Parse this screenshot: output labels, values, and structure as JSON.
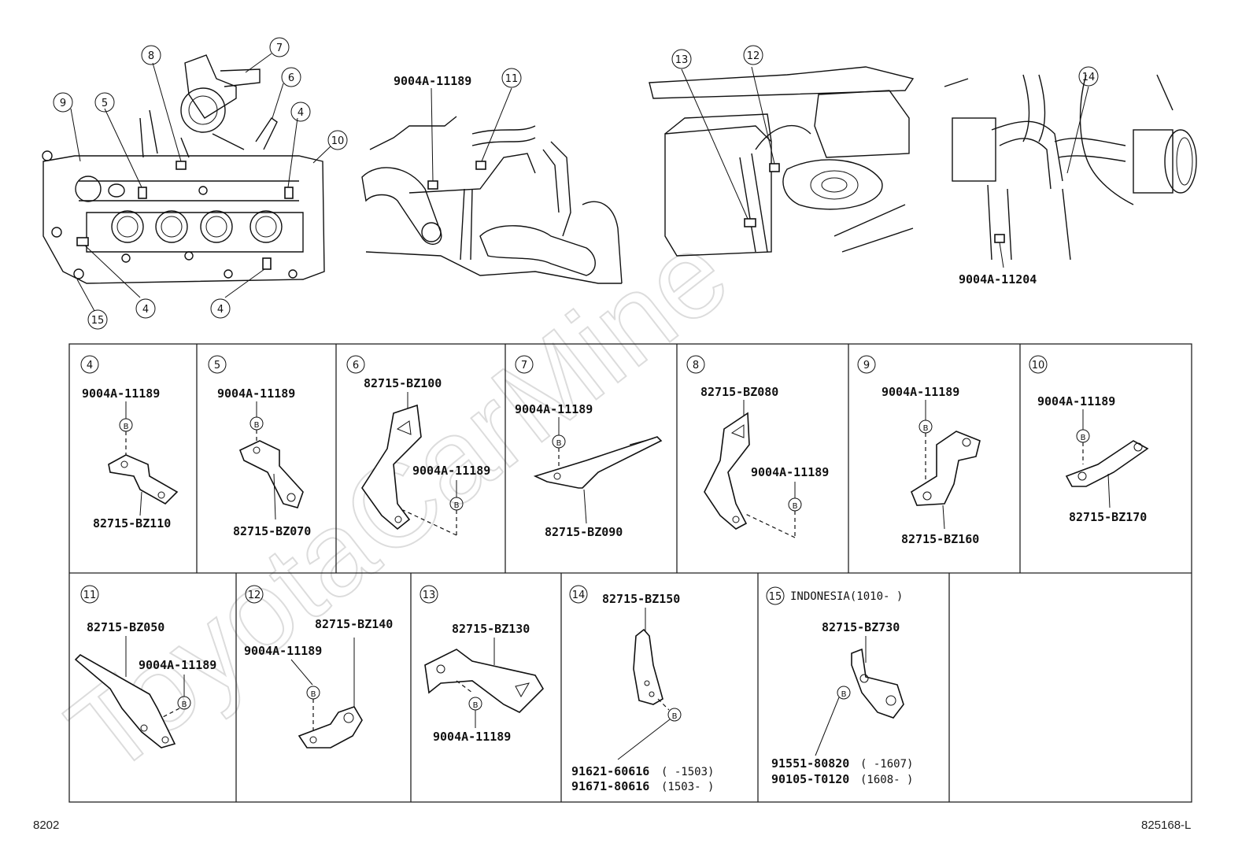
{
  "watermark": "ToyotaCarMine",
  "footer": {
    "left": "8202",
    "right": "825168-L"
  },
  "overview": {
    "labels": {
      "bolt_a": "9004A-11189",
      "bolt_b": "9004A-11204"
    },
    "numbers": [
      "4",
      "5",
      "6",
      "7",
      "8",
      "9",
      "10",
      "11",
      "12",
      "13",
      "14",
      "15"
    ]
  },
  "cells": [
    {
      "num": "4",
      "top": "9004A-11189",
      "bottom": "82715-BZ110"
    },
    {
      "num": "5",
      "top": "9004A-11189",
      "bottom": "82715-BZ070"
    },
    {
      "num": "6",
      "top": "82715-BZ100",
      "side": "9004A-11189"
    },
    {
      "num": "7",
      "top": "9004A-11189",
      "bottom": "82715-BZ090"
    },
    {
      "num": "8",
      "top": "82715-BZ080",
      "side": "9004A-11189"
    },
    {
      "num": "9",
      "top": "9004A-11189",
      "bottom": "82715-BZ160"
    },
    {
      "num": "10",
      "top": "9004A-11189",
      "bottom": "82715-BZ170"
    },
    {
      "num": "11",
      "top": "82715-BZ050",
      "side": "9004A-11189"
    },
    {
      "num": "12",
      "top": "82715-BZ140",
      "side": "9004A-11189"
    },
    {
      "num": "13",
      "top": "82715-BZ130",
      "bottom": "9004A-11189"
    },
    {
      "num": "14",
      "top": "82715-BZ150",
      "line1": "91621-60616",
      "range1": "(      -1503)",
      "line2": "91671-80616",
      "range2": "(1503-      )"
    },
    {
      "num": "15",
      "note": "INDONESIA(1010-      )",
      "top": "82715-BZ730",
      "line1": "91551-80820",
      "range1": "(      -1607)",
      "line2": "90105-T0120",
      "range2": "(1608-      )"
    }
  ],
  "bolt_marker": "B"
}
